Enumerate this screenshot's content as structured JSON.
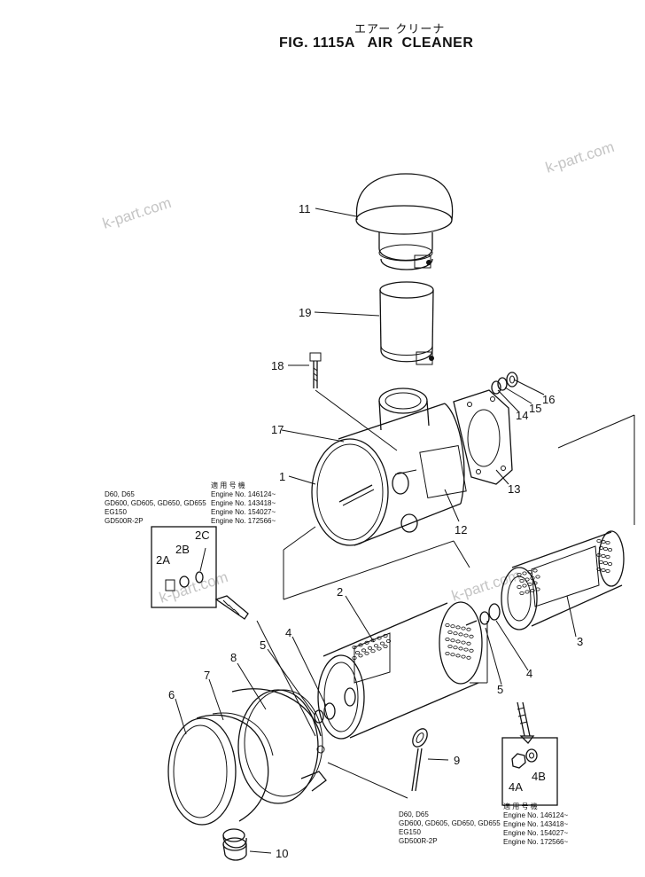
{
  "title": {
    "japanese": "エアー クリーナ",
    "main": "FIG. 1115A   AIR  CLEANER"
  },
  "watermark": "k-part.com",
  "callouts": [
    "1",
    "2",
    "3",
    "4",
    "5",
    "6",
    "7",
    "8",
    "9",
    "10",
    "11",
    "12",
    "13",
    "14",
    "15",
    "16",
    "17",
    "18",
    "19",
    "2A",
    "2B",
    "2C",
    "4A",
    "4B"
  ],
  "applicability": {
    "header": "適 用 号 機",
    "models": [
      "D60, D65",
      "GD600, GD605, GD650, GD655",
      "EG150",
      "GD500R-2P"
    ],
    "engines": [
      "Engine No. 146124~",
      "Engine No. 143418~",
      "Engine No. 154027~",
      "Engine No. 172566~"
    ]
  },
  "colors": {
    "ink": "#111111",
    "watermark": "#c4c4c4",
    "paper": "#ffffff"
  }
}
